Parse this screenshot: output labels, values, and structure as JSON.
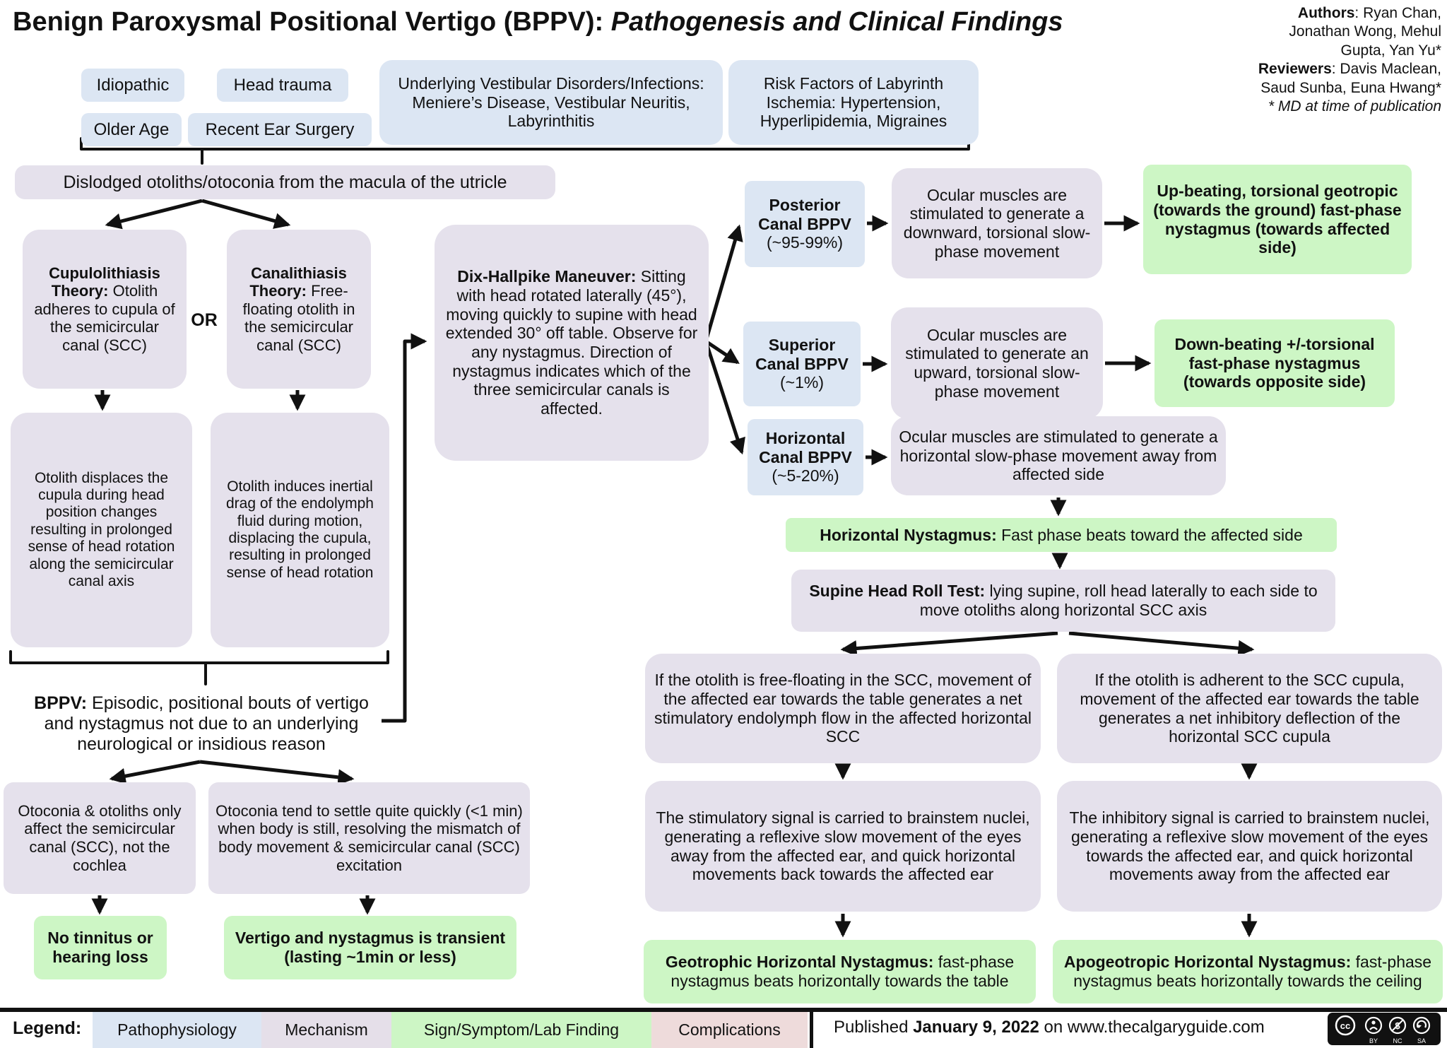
{
  "title": {
    "main": "Benign Paroxysmal Positional Vertigo (BPPV): ",
    "emphasis": "Pathogenesis and Clinical Findings"
  },
  "credits": {
    "line1_bold": "Authors",
    "line1_rest": ": Ryan Chan,",
    "line2": "Jonathan Wong, Mehul",
    "line3": "Gupta, Yan Yu*",
    "line4_bold": "Reviewers",
    "line4_rest": ": Davis Maclean,",
    "line5": "Saud Sunba, Euna Hwang*",
    "line6": "* MD at time of publication"
  },
  "risk_factors": {
    "idiopathic": "Idiopathic",
    "head_trauma": "Head trauma",
    "older_age": "Older Age",
    "recent_ear_surgery": "Recent Ear Surgery",
    "vestibular": "Underlying Vestibular Disorders/Infections: Meniere’s Disease, Vestibular Neuritis, Labyrinthitis",
    "ischemia": "Risk Factors of Labyrinth Ischemia: Hypertension, Hyperlipidemia, Migraines"
  },
  "nodes": {
    "dislodged": "Dislodged otoliths/otoconia from the macula of the utricle",
    "or_label": "OR",
    "cupulo_lead": "Cupulolithiasis Theory:",
    "cupulo_rest": " Otolith adheres to cupula of the semicircular canal (SCC)",
    "canal_lead": "Canalithiasis Theory:",
    "canal_rest": " Free-floating otolith in the semicircular canal (SCC)",
    "displaces": "Otolith displaces the cupula during head position changes resulting in prolonged sense of head rotation along the semicircular canal axis",
    "induces": "Otolith induces inertial drag of the endolymph fluid during motion, displacing the cupula, resulting in prolonged sense of head rotation",
    "bppv_lead": "BPPV:",
    "bppv_rest": " Episodic, positional bouts of vertigo and nystagmus not due to an underlying neurological or insidious reason",
    "otoconia_scc": "Otoconia & otoliths only affect the semicircular canal (SCC), not the cochlea",
    "otoconia_settle": "Otoconia tend to settle quite quickly (<1 min) when body is still, resolving the mismatch of body movement & semicircular canal (SCC) excitation",
    "no_tinnitus": "No tinnitus or hearing loss",
    "vertigo_transient": "Vertigo and nystagmus is transient (lasting ~1min or less)",
    "dix_lead": "Dix-Hallpike Maneuver:",
    "dix_rest": " Sitting with head rotated laterally (45°), moving quickly to supine with head extended 30° off table. Observe for any nystagmus. Direction of nystagmus indicates which of the three semicircular canals is affected.",
    "posterior_name": "Posterior Canal BPPV",
    "posterior_pct": "(~95-99%)",
    "superior_name": "Superior Canal BPPV",
    "superior_pct": "(~1%)",
    "horizontal_name": "Horizontal Canal BPPV",
    "horizontal_pct": "(~5-20%)",
    "post_mech": "Ocular muscles are stimulated to generate a downward, torsional slow-phase movement",
    "sup_mech": "Ocular muscles are stimulated to generate an upward, torsional slow-phase movement",
    "horiz_mech": "Ocular muscles are stimulated to generate a horizontal slow-phase movement away from affected side",
    "up_beating": "Up-beating, torsional geotropic (towards the ground) fast-phase nystagmus (towards affected side)",
    "down_beating": "Down-beating +/-torsional fast-phase nystagmus (towards opposite side)",
    "horiz_nys_lead": "Horizontal Nystagmus:",
    "horiz_nys_rest": " Fast phase beats toward the affected side",
    "supine_lead": "Supine Head Roll Test:",
    "supine_rest": " lying supine, roll head laterally to each side to move otoliths along horizontal SCC axis",
    "free_floating": "If the otolith is free-floating in the SCC, movement of the affected ear towards the table generates a net stimulatory endolymph flow in the affected horizontal SCC",
    "adherent": "If the otolith is adherent to the SCC cupula, movement of the affected ear towards the table generates a net inhibitory deflection of the horizontal SCC cupula",
    "stim_signal": "The stimulatory signal is carried to brainstem nuclei, generating a reflexive slow movement of the eyes away from the affected ear, and quick horizontal movements back towards the affected ear",
    "inhib_signal": "The inhibitory signal is carried to brainstem nuclei, generating a reflexive slow movement of the eyes towards the affected ear, and quick horizontal movements away from the affected ear",
    "geotrophic_lead": "Geotrophic Horizontal Nystagmus:",
    "geotrophic_rest": " fast-phase nystagmus beats horizontally towards the table",
    "apogeotropic_lead": "Apogeotropic Horizontal Nystagmus:",
    "apogeotropic_rest": " fast-phase nystagmus beats horizontally towards the ceiling"
  },
  "legend": {
    "label": "Legend:",
    "items": [
      {
        "label": "Pathophysiology",
        "color": "#dce6f3"
      },
      {
        "label": "Mechanism",
        "color": "#e5dfe9"
      },
      {
        "label": "Sign/Symptom/Lab Finding",
        "color": "#cdf6c5"
      },
      {
        "label": "Complications",
        "color": "#eedbdb"
      }
    ],
    "published_prefix": "Published ",
    "published_date": "January 9, 2022",
    "published_suffix": " on www.thecalgaryguide.com"
  },
  "license": {
    "cc": "cc",
    "by": "BY",
    "nc": "NC",
    "sa": "SA"
  },
  "colors": {
    "pathophysiology_blue": "#dce6f3",
    "mechanism_lavender": "#e5e1ec",
    "sign_green": "#cdf6c5",
    "complications_pink": "#eedbdb",
    "arrow_black": "#111111"
  }
}
